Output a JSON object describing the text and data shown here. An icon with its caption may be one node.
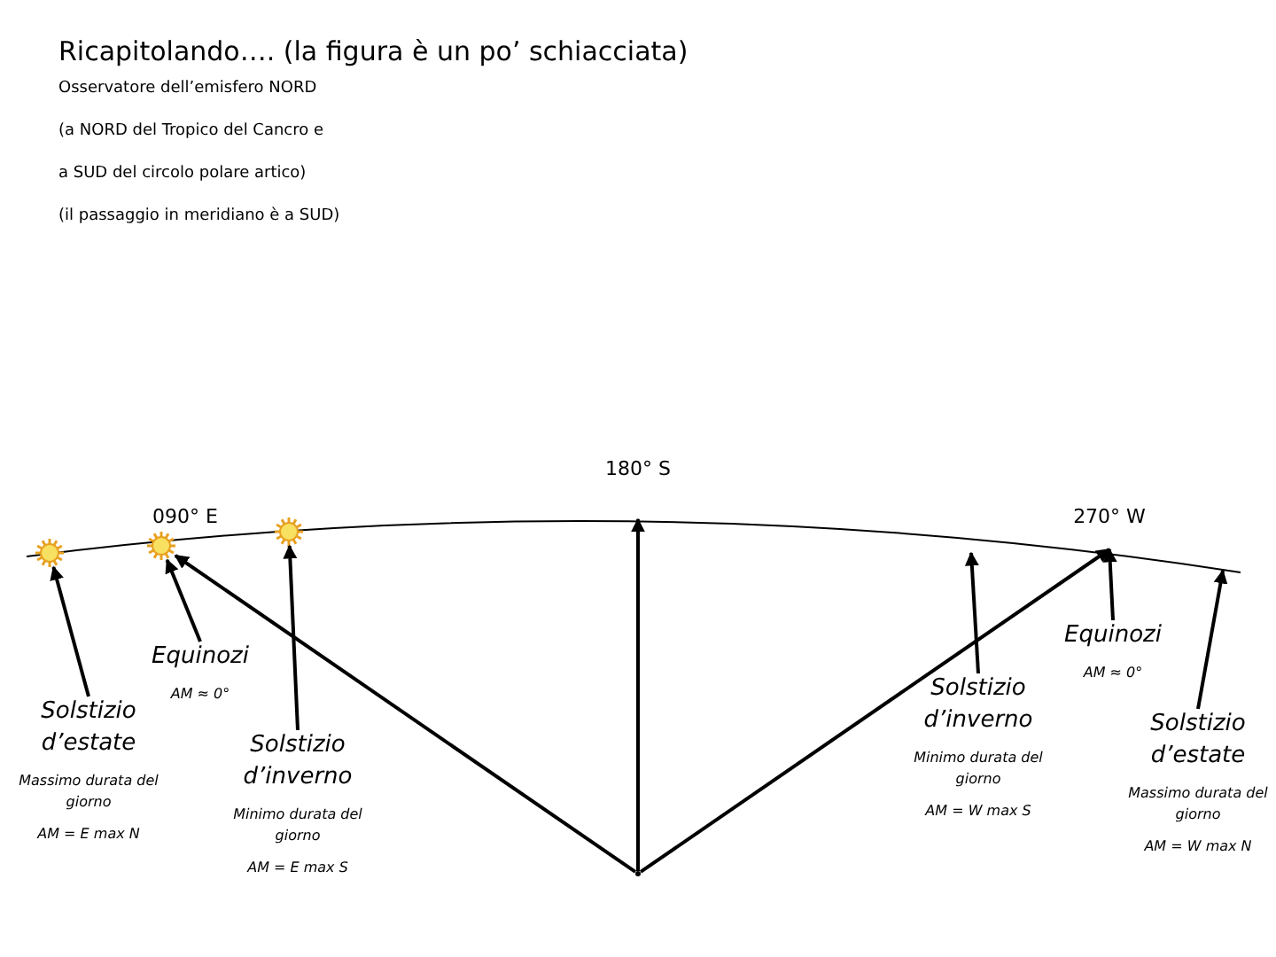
{
  "diagram": {
    "title": "Ricapitolando…. (la figura è un po’ schiacciata)",
    "nodes": [
      {
        "text": [],
        "shape": "sun"
      },
      {
        "text": [],
        "shape": "sun"
      },
      {
        "text": [],
        "shape": "sun"
      },
      {
        "text": [
          "Solstizio d’estate",
          "Massimo durata del giorno",
          "AM = E max N"
        ]
      },
      {
        "text": [
          "Equinozi",
          "AM ≈ 0°"
        ]
      },
      {
        "text": [
          "Solstizio d’inverno",
          "Minimo durata del giorno",
          "AM = E max S"
        ]
      },
      {
        "text": [
          "Solstizio d’inverno",
          "Minimo durata del giorno",
          "AM = W max S"
        ]
      },
      {
        "text": [
          "Equinozi",
          "AM ≈ 0°"
        ]
      },
      {
        "text": [
          "Solstizio d’estate",
          "Massimo durata del giorno",
          "AM = W max N"
        ]
      },
      {
        "text": [],
        "shape": "point"
      },
      {
        "text": [
          "180° S"
        ]
      },
      {
        "text": [
          "270° W"
        ]
      }
    ],
    "edges": [
      {
        "from": 3,
        "to": 0,
        "arrow": "to"
      },
      {
        "from": 4,
        "to": 1,
        "arrow": "to"
      },
      {
        "from": 5,
        "to": 2,
        "arrow": "to"
      },
      {
        "from": 6,
        "to": null,
        "arrow": "to"
      },
      {
        "from": 7,
        "to": 11,
        "arrow": "to"
      },
      {
        "from": 8,
        "to": null,
        "arrow": "to"
      },
      {
        "from": 9,
        "to": 1,
        "arrow": "to"
      },
      {
        "from": 9,
        "to": 10,
        "arrow": "to"
      },
      {
        "from": 9,
        "to": 11,
        "arrow": "to"
      }
    ],
    "labels": [
      "Osservatore dell’emisfero NORD",
      "(a NORD del Tropico del Cancro e",
      "a SUD del circolo polare artico)",
      "(il passaggio in meridiano è a SUD)",
      "090° E"
    ]
  }
}
